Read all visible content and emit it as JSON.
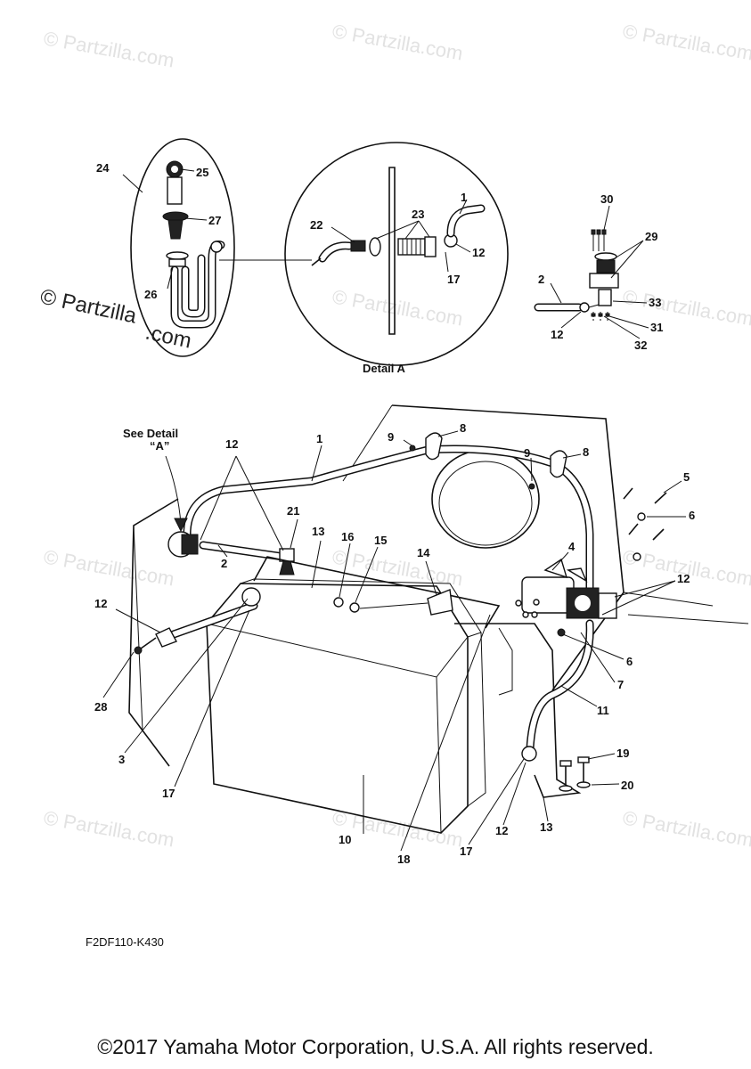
{
  "watermark": {
    "text": "© Partzilla.com",
    "main_text_line1": "© Partzilla",
    "main_text_line2": ".com"
  },
  "detail_label": "Detail A",
  "see_detail": {
    "line1": "See Detail",
    "line2": "“A”"
  },
  "callouts": {
    "c24": "24",
    "c25": "25",
    "c27": "27",
    "c26": "26",
    "c22": "22",
    "c23": "23",
    "c1a": "1",
    "c12a": "12",
    "c17a": "17",
    "c30": "30",
    "c29": "29",
    "c2a": "2",
    "c33": "33",
    "c12b": "12",
    "c31": "31",
    "c32": "32",
    "c9a": "9",
    "c8a": "8",
    "c12c": "12",
    "c1b": "1",
    "c9b": "9",
    "c8b": "8",
    "c5": "5",
    "c6a": "6",
    "c21": "21",
    "c2b": "2",
    "c13a": "13",
    "c16": "16",
    "c15": "15",
    "c14": "14",
    "c4": "4",
    "c12d": "12",
    "c12e": "12",
    "c28": "28",
    "c6b": "6",
    "c7": "7",
    "c11": "11",
    "c3": "3",
    "c19": "19",
    "c20": "20",
    "c17b": "17",
    "c10": "10",
    "c13b": "13",
    "c12f": "12",
    "c18": "18",
    "c17c": "17"
  },
  "part_code": "F2DF110-K430",
  "copyright": "©2017 Yamaha Motor Corporation, U.S.A. All rights reserved."
}
